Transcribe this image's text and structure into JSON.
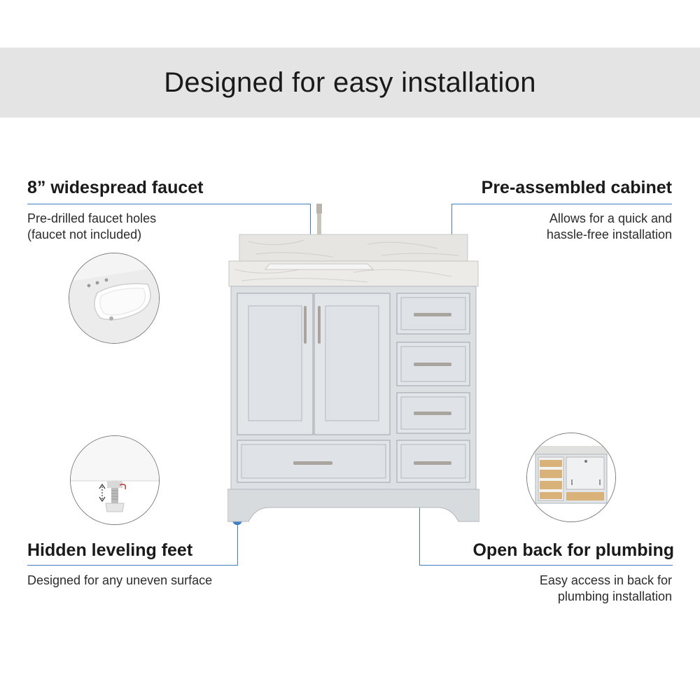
{
  "title": "Designed for easy installation",
  "callouts": {
    "faucet": {
      "heading": "8” widespread faucet",
      "text": "Pre-drilled faucet holes\n(faucet not included)"
    },
    "cabinet": {
      "heading": "Pre-assembled cabinet",
      "text": "Allows for  a quick and\nhassle-free installation"
    },
    "feet": {
      "heading": "Hidden leveling feet",
      "text": "Designed for any uneven surface"
    },
    "plumbing": {
      "heading": "Open back for plumbing",
      "text": "Easy access in back for\nplumbing installation"
    }
  },
  "colors": {
    "accent": "#3a7fc4",
    "banner": "#e4e4e4",
    "cabinet": "#dcdfe2",
    "countertop": "#e9e9e7"
  },
  "icons": [
    "sink-detail-image",
    "leveling-foot-image",
    "open-back-image",
    "vanity-image"
  ]
}
